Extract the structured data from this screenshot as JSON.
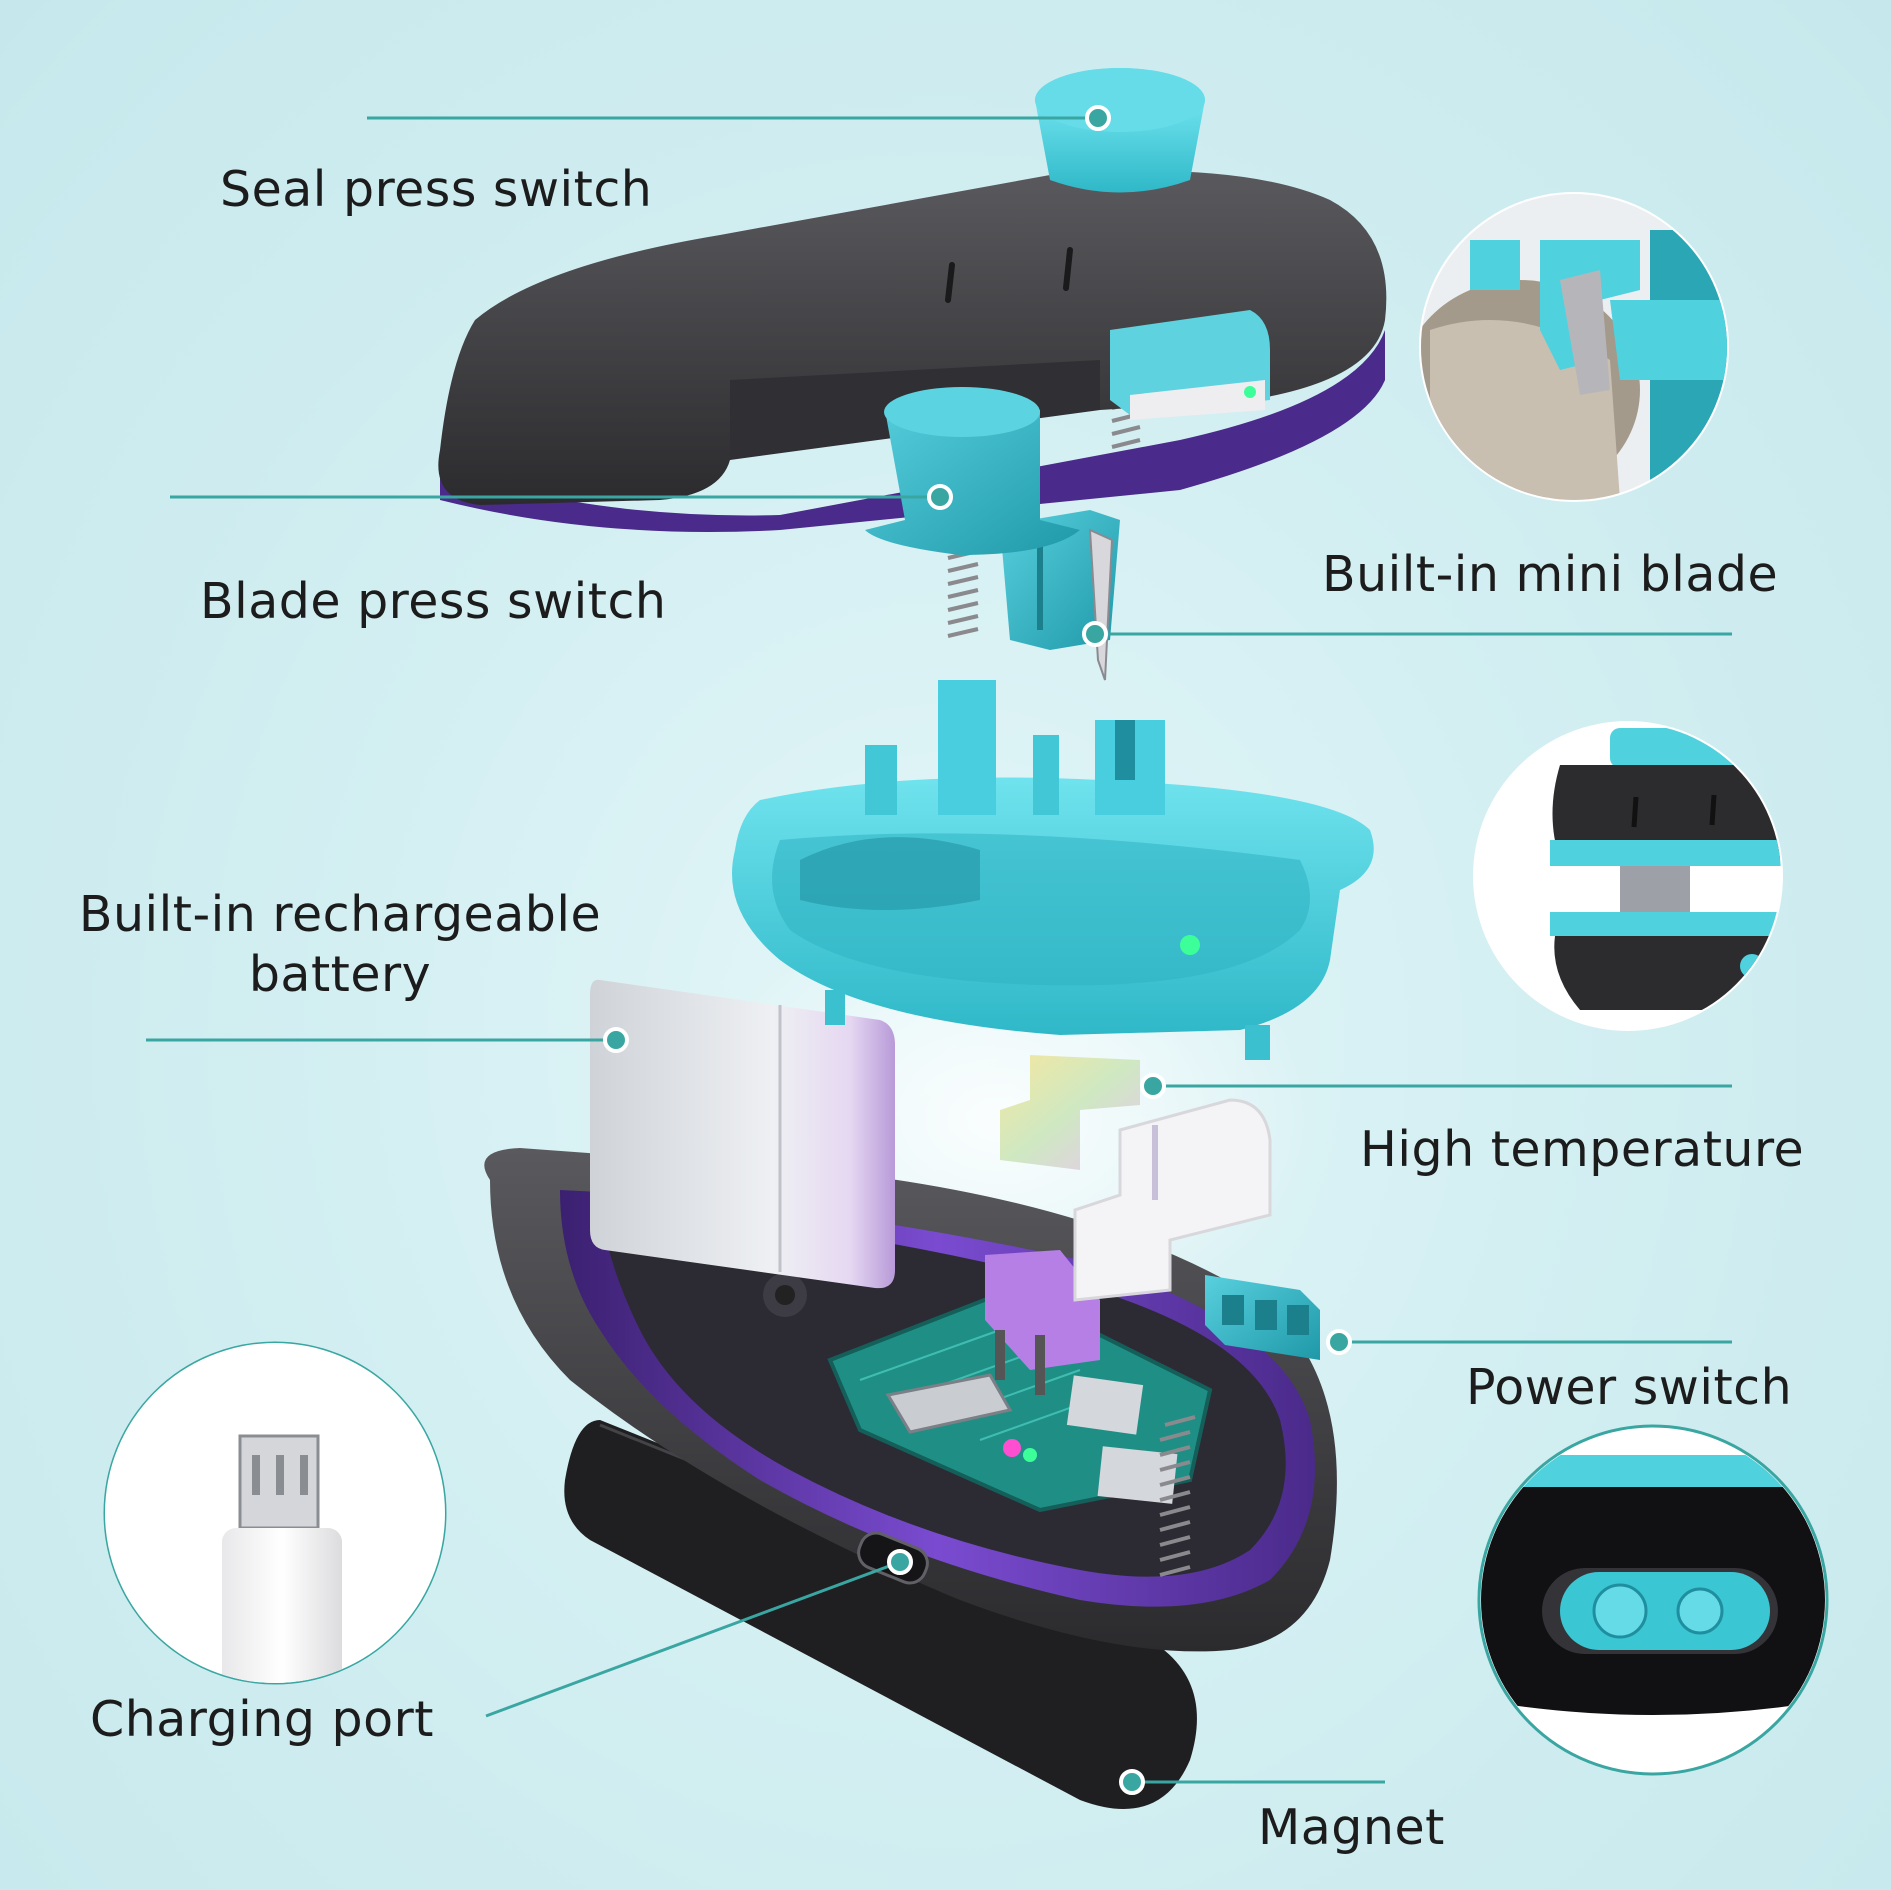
{
  "labels": {
    "seal_press_switch": "Seal press switch",
    "blade_press_switch": "Blade press switch",
    "builtin_mini_blade": "Built-in mini blade",
    "battery_line1": "Built-in rechargeable",
    "battery_line2": "battery",
    "high_temperature": "High temperature",
    "power_switch": "Power switch",
    "charging_port": "Charging port",
    "magnet": "Magnet"
  },
  "colors": {
    "background": "#d3eff2",
    "leader_line": "#3aa6a2",
    "accent_teal": "#4fd1de",
    "housing_dark": "#3b3b3e",
    "interior_purple": "#5b2f9a"
  }
}
